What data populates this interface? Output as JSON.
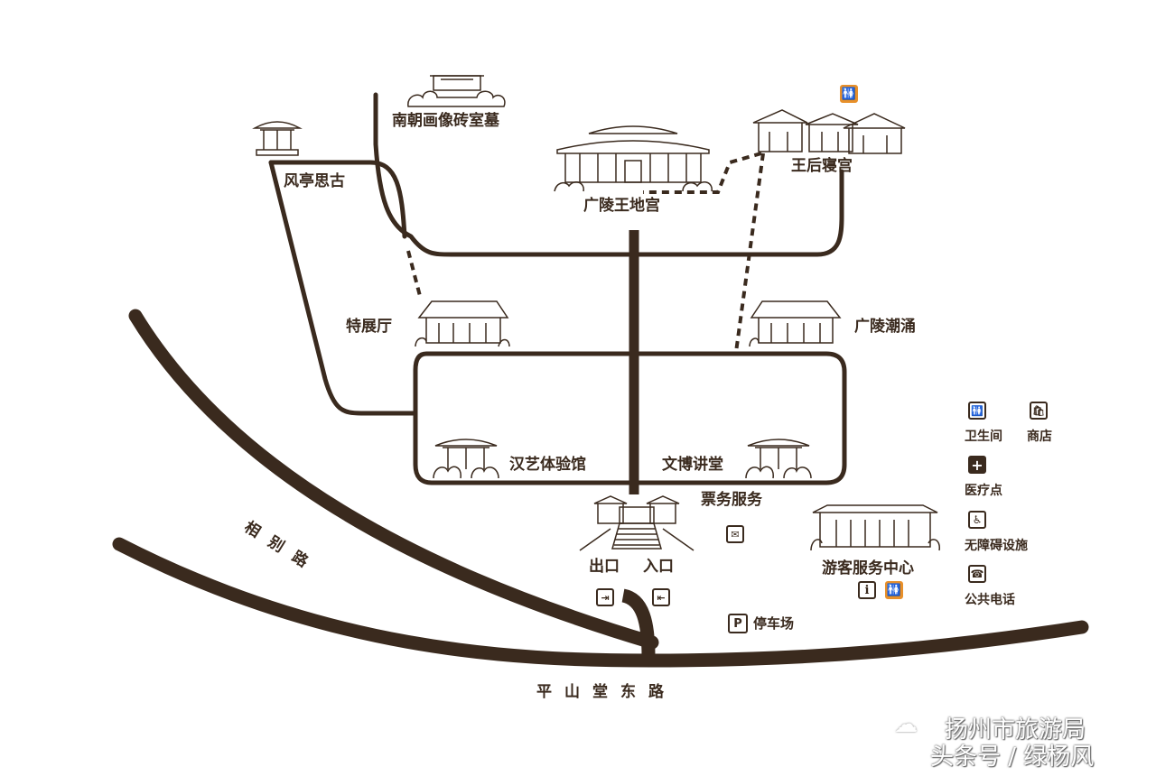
{
  "colors": {
    "path": "#3a2a1e",
    "accent": "#e8902a",
    "background": "#ffffff"
  },
  "places": {
    "tomb": "南朝画像砖室墓",
    "pavilion": "风亭思古",
    "palace": "广陵王地宫",
    "queen": "王后寝宫",
    "special_hall": "特展厅",
    "tide": "广陵潮涌",
    "han_art": "汉艺体验馆",
    "lecture": "文博讲堂",
    "ticket": "票务服务",
    "exit": "出口",
    "entrance": "入口",
    "visitor_center": "游客服务中心",
    "parking": "停车场"
  },
  "roads": {
    "xiangbie": "相别路",
    "pingshantang": "平山堂东路"
  },
  "legend": [
    {
      "icon": "restroom-icon",
      "label": "卫生间"
    },
    {
      "icon": "shop-icon",
      "label": "商店"
    },
    {
      "icon": "medical-icon",
      "label": "医疗点"
    },
    {
      "icon": "accessible-icon",
      "label": "无障碍设施"
    },
    {
      "icon": "phone-icon",
      "label": "公共电话"
    }
  ],
  "watermark": {
    "line1": "扬州市旅游局",
    "line2": "头条号 / 绿杨风"
  }
}
